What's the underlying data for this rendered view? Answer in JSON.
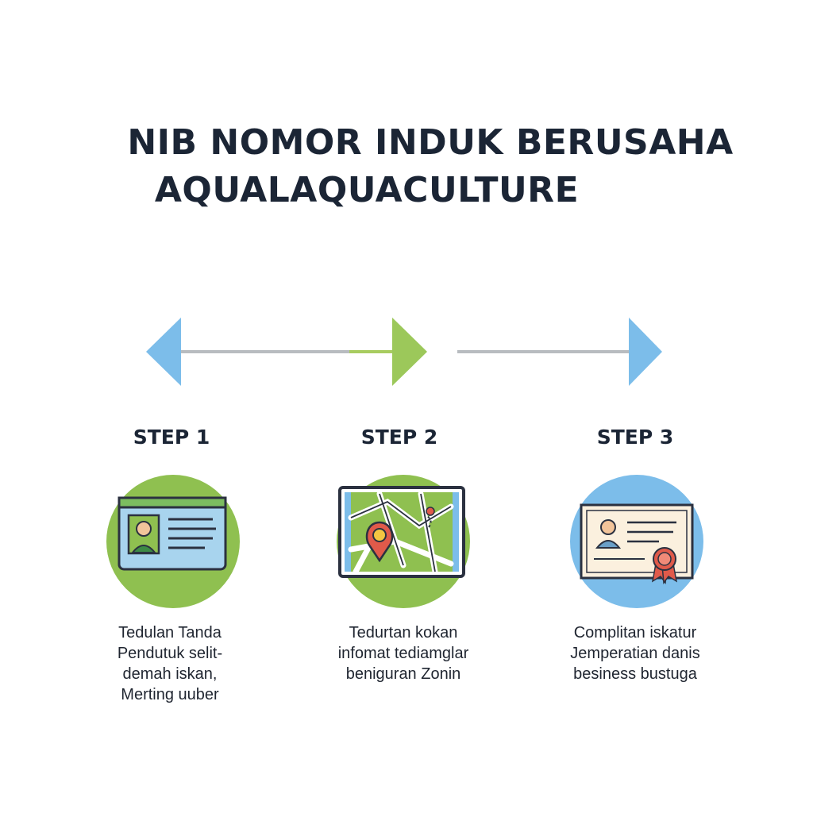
{
  "title": {
    "line1": "NIB NOMOR INDUK BERUSAHA",
    "line2": "AQUALAQUACULTURE"
  },
  "colors": {
    "blue": "#7cbdea",
    "green": "#8fc050",
    "line": "#b8bcc0",
    "text": "#1b2535"
  },
  "steps": [
    {
      "label": "STEP 1",
      "icon": "id-card-icon",
      "desc": [
        "Tedulan Tanda",
        "Pendutuk selit-",
        "demah iskan,",
        "Merting uuber"
      ]
    },
    {
      "label": "STEP 2",
      "icon": "map-pin-icon",
      "desc": [
        "Tedurtan kokan",
        "infomat tediamglar",
        "beniguran Zonin"
      ]
    },
    {
      "label": "STEP 3",
      "icon": "certificate-icon",
      "desc": [
        "Complitan iskatur",
        "Jemperatian danis",
        "besiness bustuga"
      ]
    }
  ]
}
